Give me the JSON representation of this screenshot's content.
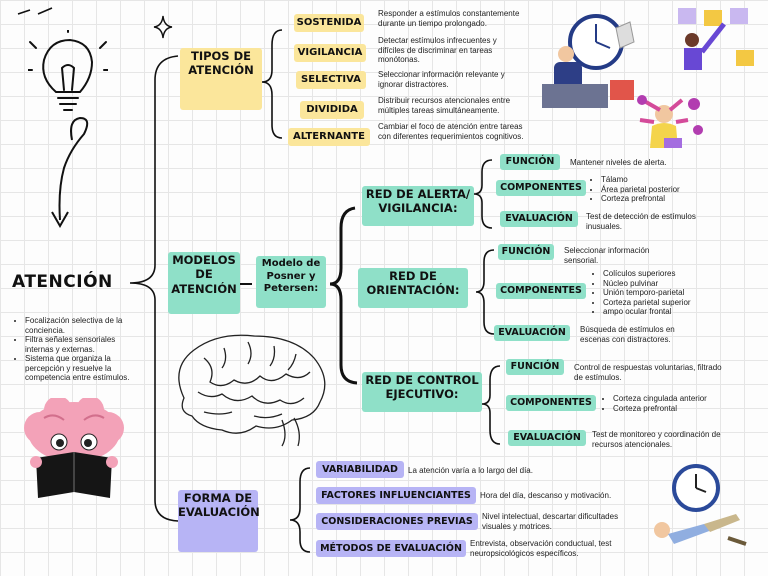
{
  "title": "ATENCIÓN",
  "bullets": [
    "Focalización selectiva de la conciencia.",
    "Filtra señales sensoriales internas y externas.",
    "Sistema que organiza la percepción y resuelve la competencia entre estímulos."
  ],
  "tipos": {
    "label": "TIPOS DE ATENCIÓN",
    "items": [
      {
        "name": "SOSTENIDA",
        "desc": "Responder a estímulos constantemente durante un tiempo prolongado."
      },
      {
        "name": "VIGILANCIA",
        "desc": "Detectar estímulos infrecuentes y difíciles de discriminar en tareas monótonas."
      },
      {
        "name": "SELECTIVA",
        "desc": "Seleccionar información relevante y ignorar distractores."
      },
      {
        "name": "DIVIDIDA",
        "desc": "Distribuir recursos atencionales entre múltiples tareas simultáneamente."
      },
      {
        "name": "ALTERNANTE",
        "desc": "Cambiar el foco de atención entre tareas con diferentes requerimientos cognitivos."
      }
    ]
  },
  "modelos": {
    "label": "MODELOS DE ATENCIÓN",
    "model_name": "Modelo de Posner y Petersen:",
    "redes": [
      {
        "name": "RED DE ALERTA/ VIGILANCIA:",
        "funcion_label": "FUNCIÓN",
        "funcion": "Mantener niveles de alerta.",
        "componentes_label": "COMPONENTES",
        "componentes": [
          "Tálamo",
          "Área parietal posterior",
          "Corteza prefrontal"
        ],
        "evaluacion_label": "EVALUACIÓN",
        "evaluacion": "Test de detección de estímulos inusuales."
      },
      {
        "name": "RED DE ORIENTACIÓN:",
        "funcion_label": "FUNCIÓN",
        "funcion": "Seleccionar información sensorial.",
        "componentes_label": "COMPONENTES",
        "componentes": [
          "Colículos superiores",
          "Núcleo pulvinar",
          "Unión temporo-parietal",
          "Corteza parietal superior",
          "ampo ocular frontal"
        ],
        "evaluacion_label": "EVALUACIÓN",
        "evaluacion": "Búsqueda de estímulos en escenas con distractores."
      },
      {
        "name": "RED DE CONTROL EJECUTIVO:",
        "funcion_label": "FUNCIÓN",
        "funcion": "Control de respuestas voluntarias, filtrado de estímulos.",
        "componentes_label": "COMPONENTES",
        "componentes": [
          "Corteza cingulada anterior",
          "Corteza prefrontal"
        ],
        "evaluacion_label": "EVALUACIÓN",
        "evaluacion": "Test de monitoreo y coordinación de recursos atencionales."
      }
    ]
  },
  "evaluacion": {
    "label": "FORMA DE EVALUACIÓN",
    "items": [
      {
        "name": "VARIABILIDAD",
        "desc": "La atención varía a lo largo del día."
      },
      {
        "name": "FACTORES INFLUENCIANTES",
        "desc": "Hora del día, descanso y motivación."
      },
      {
        "name": "CONSIDERACIONES PREVIAS",
        "desc": "Nivel intelectual, descartar dificultades visuales y motrices."
      },
      {
        "name": "MÉTODOS DE EVALUACIÓN",
        "desc": "Entrevista, observación conductual, test neuropsicológicos específicos."
      }
    ]
  },
  "colors": {
    "yellow": "#fbe69b",
    "green": "#8fe0c8",
    "purple": "#b7b4f5"
  }
}
